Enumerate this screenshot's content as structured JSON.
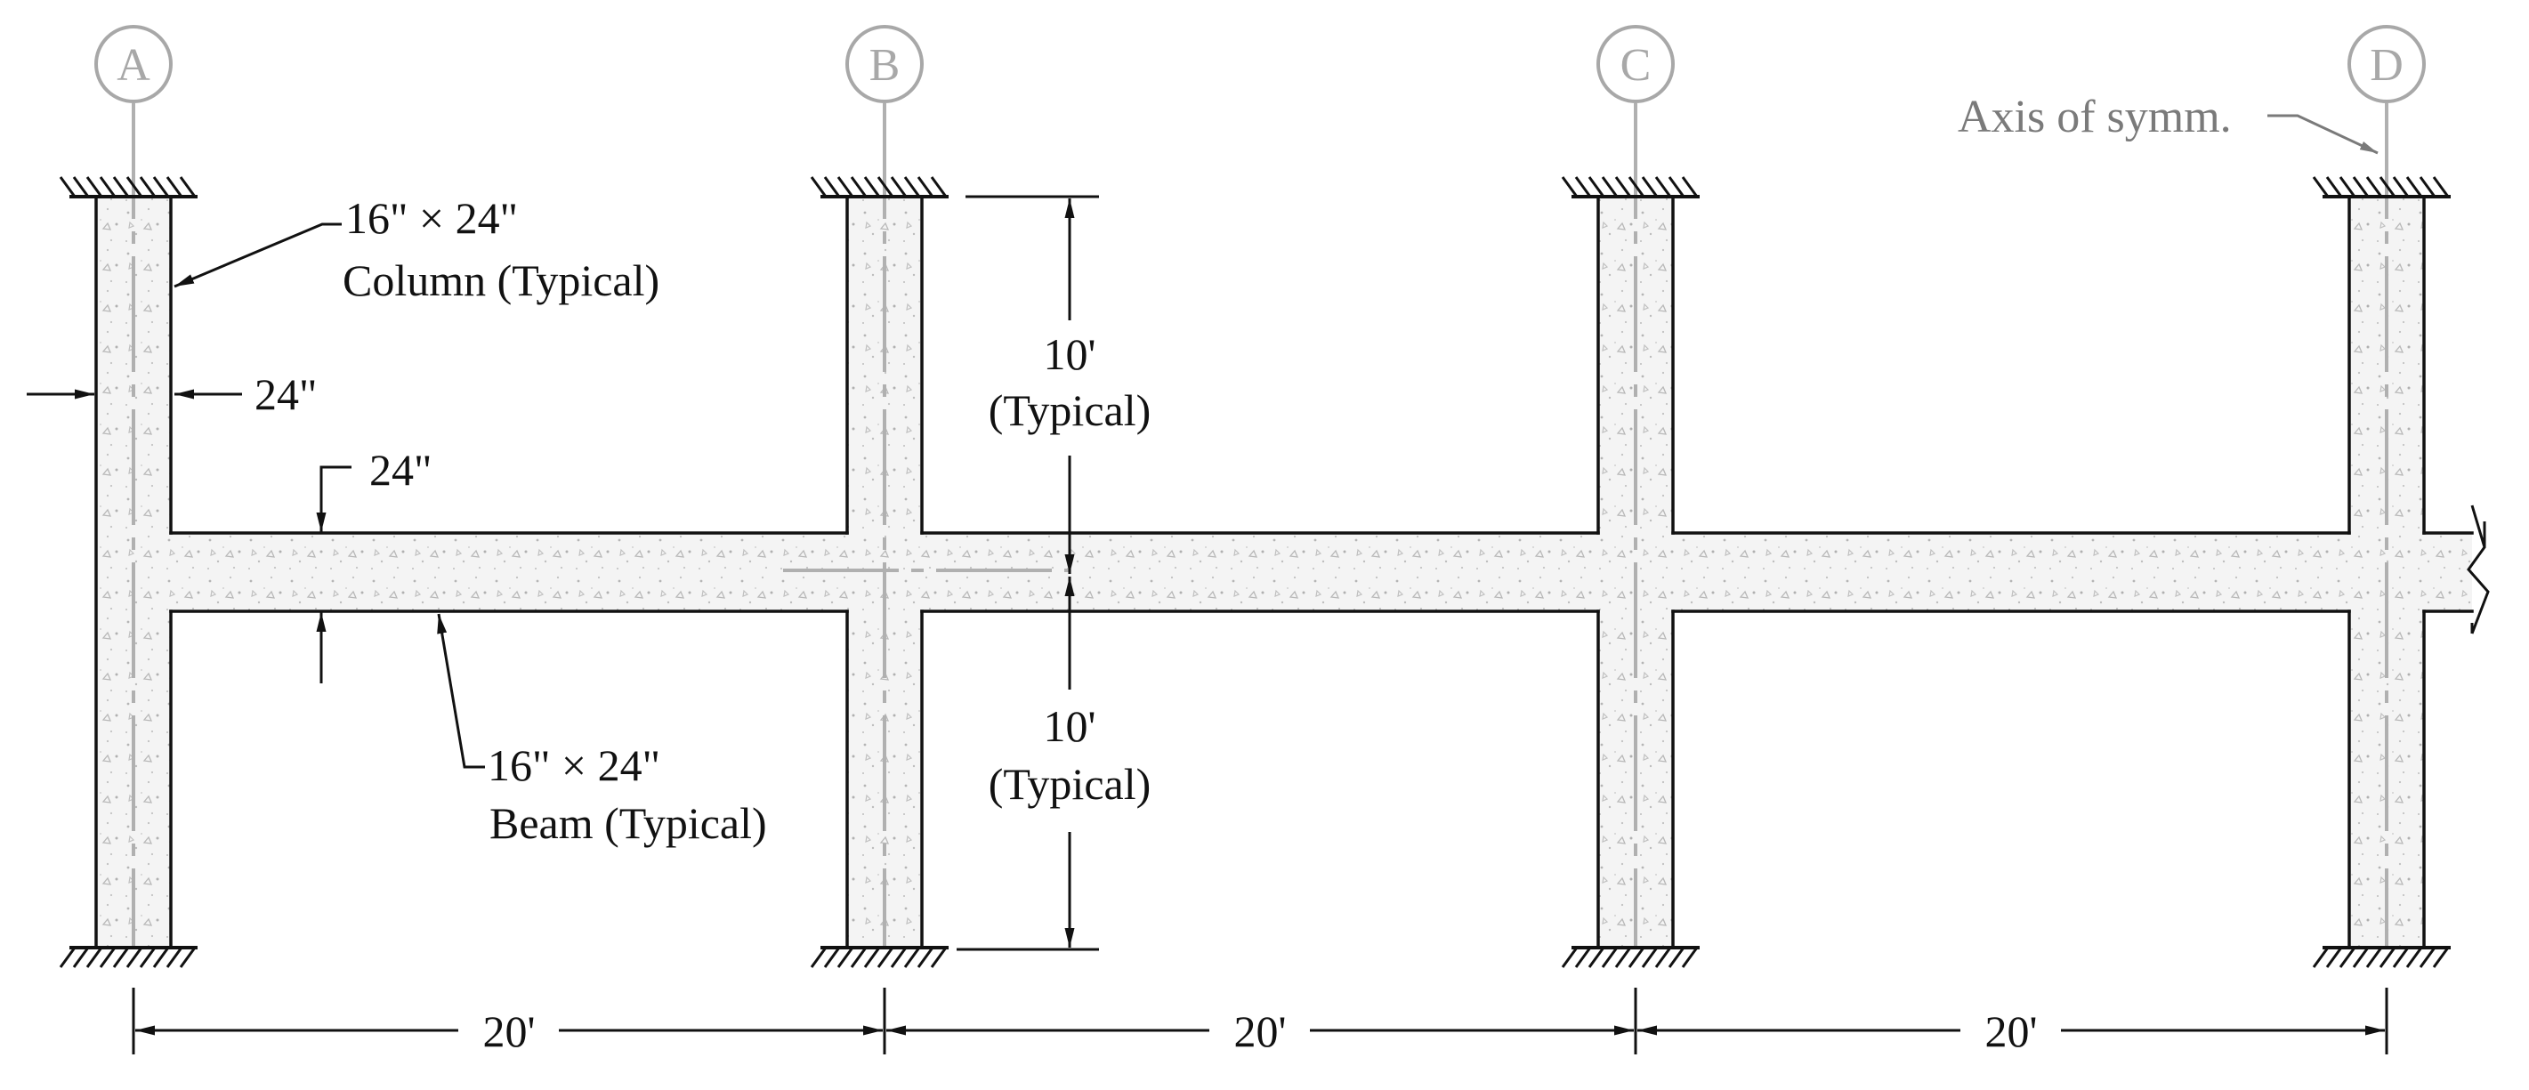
{
  "gridlines": [
    {
      "id": "A",
      "label": "A"
    },
    {
      "id": "B",
      "label": "B"
    },
    {
      "id": "C",
      "label": "C"
    },
    {
      "id": "D",
      "label": "D"
    }
  ],
  "annotations": {
    "axis_of_symmetry": "Axis of symm.",
    "column_size": "16\" × 24\"",
    "column_label": "Column (Typical)",
    "column_depth": "24\"",
    "beam_depth": "24\"",
    "beam_size": "16\" × 24\"",
    "beam_label": "Beam (Typical)"
  },
  "dimensions": {
    "story_height_upper": "10'",
    "story_height_upper_note": "(Typical)",
    "story_height_lower": "10'",
    "story_height_lower_note": "(Typical)",
    "spans": [
      "20'",
      "20'",
      "20'"
    ]
  },
  "colors": {
    "line": "#111111",
    "concrete_fill": "#f4f4f4",
    "centerline": "#b0b0b0",
    "grid_bubble": "#a8a8a8",
    "axis_text": "#7a7a7a"
  }
}
